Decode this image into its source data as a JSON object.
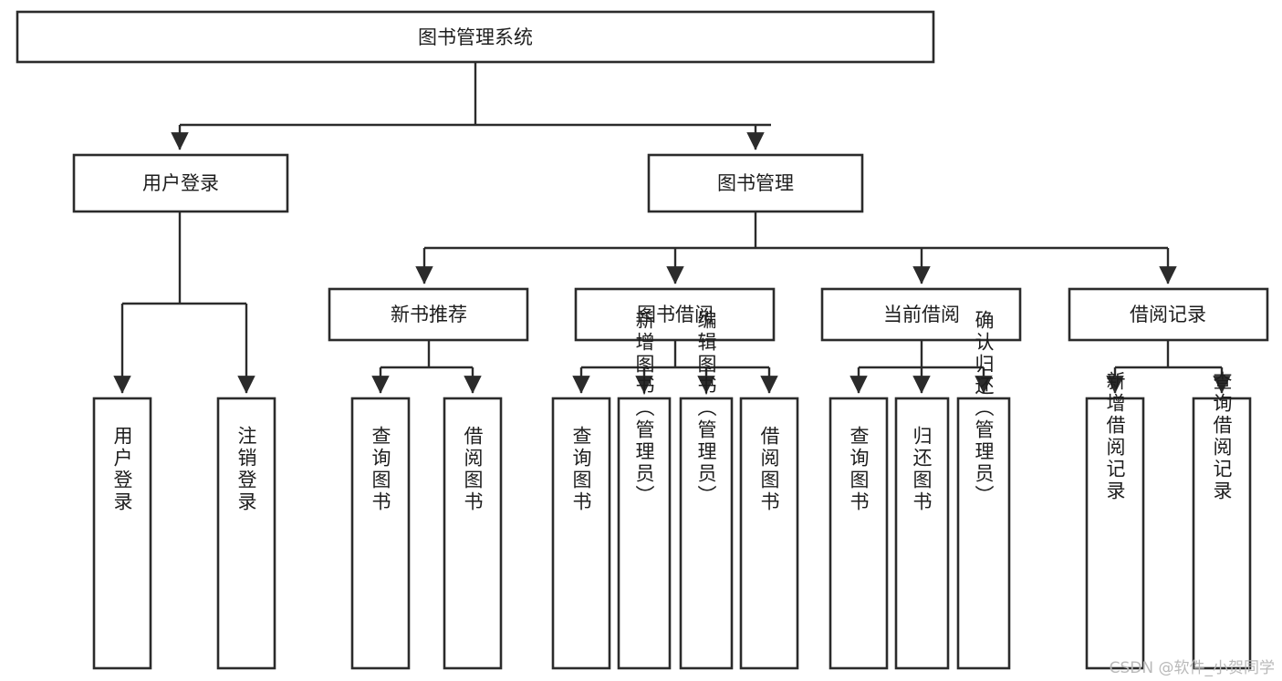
{
  "diagram": {
    "type": "tree",
    "title": "图书管理系统",
    "watermark": "CSDN @软件_小贺同学",
    "colors": {
      "stroke": "#2b2b2b",
      "fill": "#ffffff",
      "text": "#1d1d1d",
      "watermark": "#b9b9b9"
    },
    "levels": {
      "root": {
        "label": "图书管理系统",
        "orientation": "horizontal"
      },
      "level2": [
        {
          "label": "用户登录",
          "orientation": "horizontal"
        },
        {
          "label": "图书管理",
          "orientation": "horizontal"
        }
      ],
      "level3": [
        {
          "label": "新书推荐",
          "orientation": "horizontal",
          "parent": "图书管理"
        },
        {
          "label": "图书借阅",
          "orientation": "horizontal",
          "parent": "图书管理"
        },
        {
          "label": "当前借阅",
          "orientation": "horizontal",
          "parent": "图书管理"
        },
        {
          "label": "借阅记录",
          "orientation": "horizontal",
          "parent": "图书管理"
        }
      ],
      "leaves": [
        {
          "label": "用户登录",
          "orientation": "vertical",
          "parent": "用户登录"
        },
        {
          "label": "注销登录",
          "orientation": "vertical",
          "parent": "用户登录"
        },
        {
          "label": "查询图书",
          "orientation": "vertical",
          "parent": "新书推荐"
        },
        {
          "label": "借阅图书",
          "orientation": "vertical",
          "parent": "新书推荐"
        },
        {
          "label": "查询图书",
          "orientation": "vertical",
          "parent": "图书借阅"
        },
        {
          "label": "新增图书（管理员）",
          "orientation": "vertical",
          "parent": "图书借阅"
        },
        {
          "label": "编辑图书（管理员）",
          "orientation": "vertical",
          "parent": "图书借阅"
        },
        {
          "label": "借阅图书",
          "orientation": "vertical",
          "parent": "图书借阅"
        },
        {
          "label": "查询图书",
          "orientation": "vertical",
          "parent": "当前借阅"
        },
        {
          "label": "归还图书",
          "orientation": "vertical",
          "parent": "当前借阅"
        },
        {
          "label": "确认归还（管理员）",
          "orientation": "vertical",
          "parent": "当前借阅"
        },
        {
          "label": "新增借阅记录",
          "orientation": "vertical",
          "parent": "借阅记录"
        },
        {
          "label": "查询借阅记录",
          "orientation": "vertical",
          "parent": "借阅记录"
        }
      ]
    }
  }
}
